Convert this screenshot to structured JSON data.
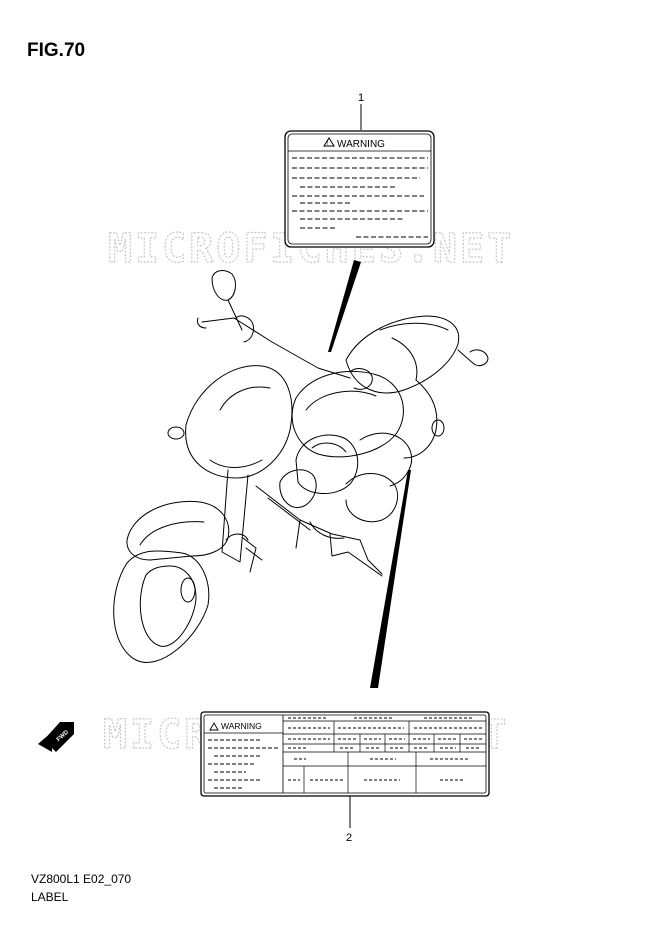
{
  "figure": {
    "title": "FIG.70"
  },
  "callouts": [
    {
      "number": "1"
    },
    {
      "number": "2"
    }
  ],
  "label1": {
    "heading": "WARNING"
  },
  "label2": {
    "heading": "WARNING"
  },
  "fwd_icon": {
    "text": "FWD",
    "icon": "fwd-arrow-icon"
  },
  "watermark": {
    "text": "MICROFICHES.NET"
  },
  "footer": {
    "code": "VZ800L1 E02_070",
    "label": "LABEL"
  }
}
